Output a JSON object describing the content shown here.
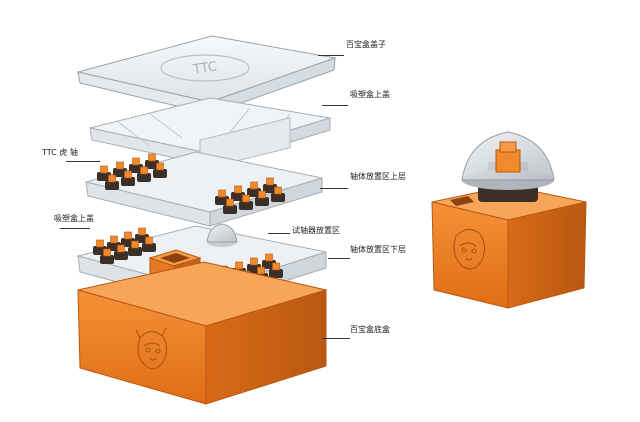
{
  "diagram": {
    "labels": {
      "lid": "百宝盒盖子",
      "tray_upper_cover": "吸塑盒上盖",
      "ttc_tiger_switch": "TTC 虎 轴",
      "upper_switch_area": "轴体放置区上层",
      "tray_upper_cover_2": "吸塑盒上盖",
      "tester_area": "试轴器放置区",
      "lower_switch_area": "轴体放置区下层",
      "box_base": "百宝盒底盒"
    },
    "lid_logo": "TTC"
  },
  "colors": {
    "orange": "#ee7f22",
    "orange_dark": "#c9621a",
    "switch_stem": "#f08a2a",
    "switch_housing": "#3b2f28",
    "plastic": "#eef2f5"
  }
}
